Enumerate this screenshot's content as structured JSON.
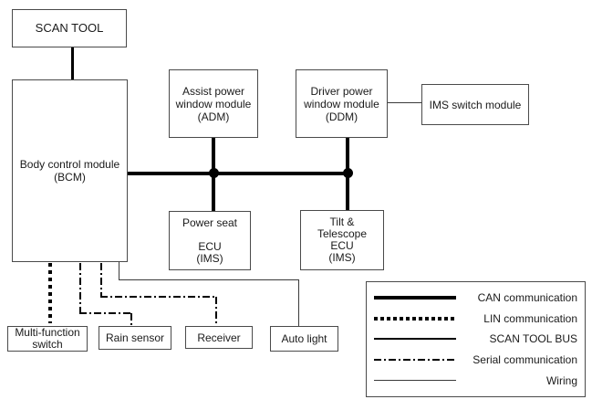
{
  "nodes": {
    "scan_tool": {
      "label": "SCAN TOOL"
    },
    "bcm": {
      "label": "Body control module\n(BCM)"
    },
    "adm": {
      "label": "Assist power\nwindow module\n(ADM)"
    },
    "ddm": {
      "label": "Driver power\nwindow module\n(DDM)"
    },
    "ims_switch": {
      "label": "IMS switch module"
    },
    "power_seat": {
      "label": "Power seat\n\nECU\n(IMS)"
    },
    "tilt_telescope": {
      "label": "Tilt &\nTelescope\nECU\n(IMS)"
    },
    "multi_function": {
      "label": "Multi-function\nswitch"
    },
    "rain_sensor": {
      "label": "Rain sensor"
    },
    "receiver": {
      "label": "Receiver"
    },
    "auto_light": {
      "label": "Auto light"
    }
  },
  "connections": [
    {
      "from": "SCAN TOOL",
      "to": "Body control module (BCM)",
      "type": "SCAN TOOL BUS"
    },
    {
      "from": "Body control module (BCM)",
      "to": "CAN bus",
      "type": "CAN communication"
    },
    {
      "from": "Assist power window module (ADM)",
      "to": "Power seat ECU (IMS)",
      "type": "CAN communication"
    },
    {
      "from": "Driver power window module (DDM)",
      "to": "Tilt & Telescope ECU (IMS)",
      "type": "CAN communication"
    },
    {
      "from": "Driver power window module (DDM)",
      "to": "IMS switch module",
      "type": "Wiring"
    },
    {
      "from": "Body control module (BCM)",
      "to": "Multi-function switch",
      "type": "LIN communication"
    },
    {
      "from": "Body control module (BCM)",
      "to": "Rain sensor",
      "type": "Serial communication"
    },
    {
      "from": "Body control module (BCM)",
      "to": "Receiver",
      "type": "Serial communication"
    },
    {
      "from": "Body control module (BCM)",
      "to": "Auto light",
      "type": "Wiring"
    }
  ],
  "legend": {
    "items": [
      {
        "label": "CAN communication",
        "type": "can"
      },
      {
        "label": "LIN communication",
        "type": "lin"
      },
      {
        "label": "SCAN TOOL BUS",
        "type": "scan-tool-bus"
      },
      {
        "label": "Serial communication",
        "type": "serial"
      },
      {
        "label": "Wiring",
        "type": "wiring"
      }
    ]
  },
  "colors": {
    "background": "#ffffff",
    "line": "#000000",
    "box_border": "#4a4a4a",
    "text": "#1a1a1a"
  }
}
